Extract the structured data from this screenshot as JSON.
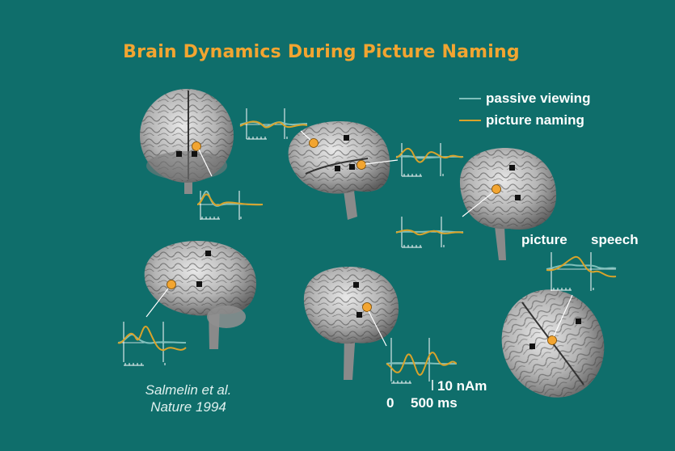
{
  "title": "Brain Dynamics During Picture Naming",
  "legend": {
    "items": [
      {
        "label": "passive viewing",
        "color": "#7fbfbb"
      },
      {
        "label": "picture naming",
        "color": "#d9a32a"
      }
    ]
  },
  "labels": {
    "picture": "picture",
    "speech": "speech",
    "scale_amplitude": "10 nAm",
    "scale_time_start": "0",
    "scale_time_end": "500 ms"
  },
  "citation": {
    "line1": "Salmelin et al.",
    "line2": "Nature 1994"
  },
  "colors": {
    "background": "#0f6e6b",
    "title": "#f2a531",
    "active_source": "#f2a531",
    "source_marker": "#111111"
  }
}
